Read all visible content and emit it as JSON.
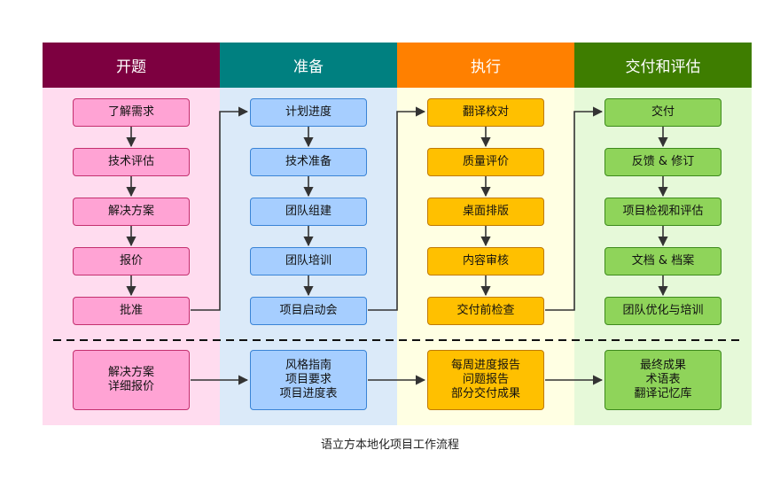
{
  "columns": [
    {
      "title": "开题",
      "head_color": "#7d0040",
      "bg_color": "#ffdcef"
    },
    {
      "title": "准备",
      "head_color": "#008080",
      "bg_color": "#dbeaf9"
    },
    {
      "title": "执行",
      "head_color": "#ff8000",
      "bg_color": "#ffffe3"
    },
    {
      "title": "交付和评估",
      "head_color": "#3e7d00",
      "bg_color": "#e6f9d9"
    }
  ],
  "steps": {
    "kickoff": [
      "了解需求",
      "技术评估",
      "解决方案",
      "报价",
      "批准"
    ],
    "prepare": [
      "计划进度",
      "技术准备",
      "团队组建",
      "团队培训",
      "项目启动会"
    ],
    "execute": [
      "翻译校对",
      "质量评价",
      "桌面排版",
      "内容审核",
      "交付前检查"
    ],
    "deliver": [
      "交付",
      "反馈 & 修订",
      "项目检视和评估",
      "文档 & 档案",
      "团队优化与培训"
    ]
  },
  "outputs": {
    "kickoff": "解决方案\n详细报价",
    "prepare": "风格指南\n项目要求\n项目进度表",
    "execute": "每周进度报告\n问题报告\n部分交付成果",
    "deliver": "最终成果\n术语表\n翻译记忆库"
  },
  "caption": "语立方本地化项目工作流程"
}
